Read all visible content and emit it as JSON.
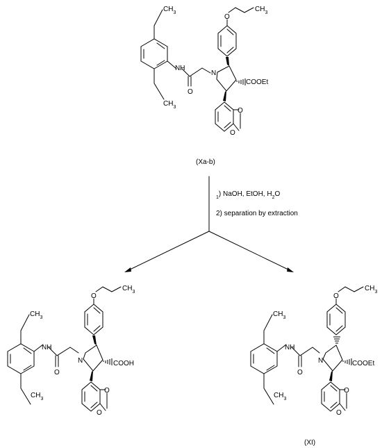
{
  "scheme": {
    "start": {
      "label": "(Xa-b)",
      "atoms": {
        "ch3_top": "CH3",
        "ether_o": "O",
        "amide_nh": "NH",
        "amide_o": "O",
        "ring_n": "N",
        "ester": "COOEt",
        "ethyl_upper_ch3": "CH3",
        "ethyl_lower_ch3": "CH3",
        "dioxole_o1": "O",
        "dioxole_o2": "O"
      }
    },
    "conditions": {
      "step1": "1) NaOH, EtOH, H2O",
      "step2": "2) separation by extraction"
    },
    "product_left": {
      "label": "",
      "atoms": {
        "ch3_top": "CH3",
        "ether_o": "O",
        "amide_nh": "NH",
        "amide_o": "O",
        "ring_n": "N",
        "acid": "COOH",
        "ethyl_upper_ch3": "CH3",
        "ethyl_lower_ch3": "CH3",
        "dioxole_o1": "O",
        "dioxole_o2": "O"
      }
    },
    "product_right": {
      "label": "(XI)",
      "atoms": {
        "ch3_top": "CH3",
        "ether_o": "O",
        "amide_nh": "NH",
        "amide_o": "O",
        "ring_n": "N",
        "ester": "COOEt",
        "ethyl_upper_ch3": "CH3",
        "ethyl_lower_ch3": "CH3",
        "dioxole_o1": "O",
        "dioxole_o2": "O"
      }
    }
  }
}
